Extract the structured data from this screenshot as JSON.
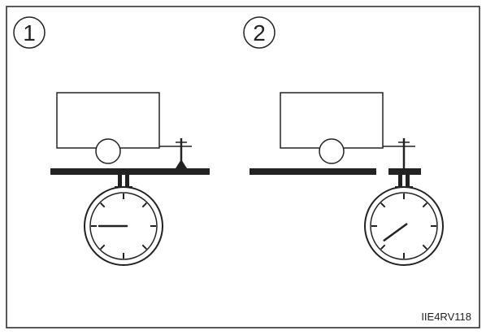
{
  "figure": {
    "code": "IIE4RV118",
    "ink_color": "#222222",
    "background_color": "#ffffff"
  },
  "panels": [
    {
      "number": "1",
      "scale_position": "under-trailer-wheel",
      "needle_reading": 0.25
    },
    {
      "number": "2",
      "scale_position": "under-hitch",
      "needle_reading": 0.15
    }
  ]
}
